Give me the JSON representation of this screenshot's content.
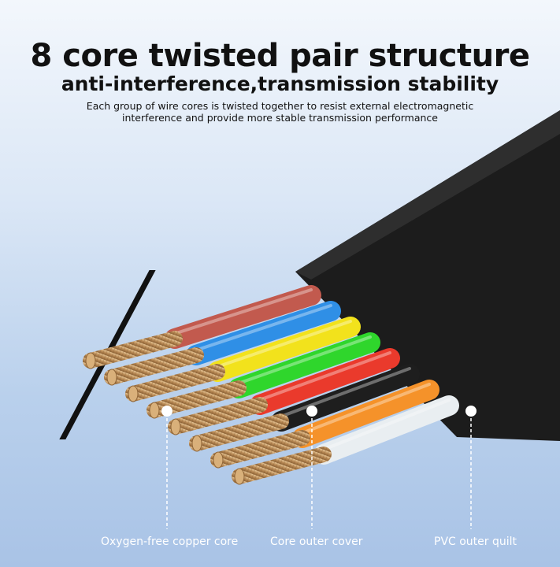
{
  "headline": "8 core twisted pair structure",
  "subheadline": "anti-interference,transmission stability",
  "description": "Each group of wire cores is twisted together to resist external electromagnetic interference and provide more stable transmission performance",
  "callouts": [
    {
      "label": "Oxygen-free copper core"
    },
    {
      "label": "Core outer cover"
    },
    {
      "label": "PVC outer quilt"
    }
  ],
  "colors": {
    "jacket": "#1c1c1c",
    "wire_insulation": [
      "#c25a4e",
      "#2f8fe6",
      "#f2e21c",
      "#2fd62c",
      "#ea3a2c",
      "#1e1e1e",
      "#f5922a",
      "#e9eef1"
    ],
    "copper": "#c79a62",
    "callout_line": "#ffffff"
  }
}
